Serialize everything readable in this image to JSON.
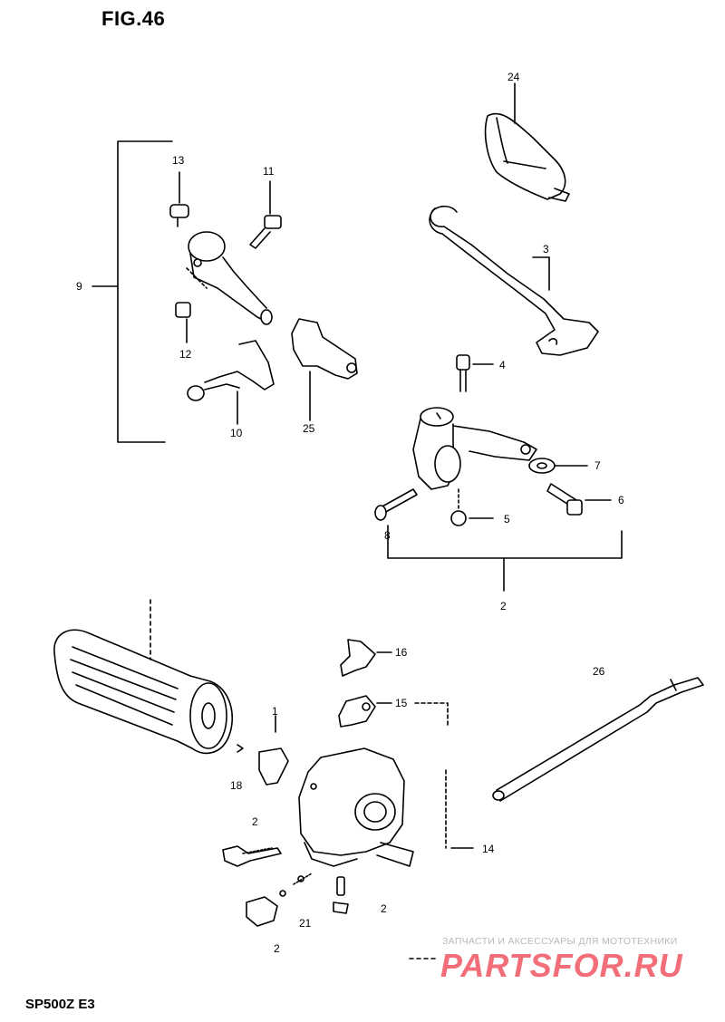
{
  "header": {
    "title": "FIG.46"
  },
  "footer": {
    "model": "SP500Z E3"
  },
  "watermark": {
    "tagline": "ЗАПЧАСТИ И АКСЕССУАРЫ ДЛЯ МОТОТЕХНИКИ",
    "logo": "PARTSFOR.RU",
    "color": "#f26f7a"
  },
  "callouts": {
    "c24": "24",
    "c13": "13",
    "c11": "11",
    "c9": "9",
    "c3": "3",
    "c12": "12",
    "c4": "4",
    "c10": "10",
    "c25": "25",
    "c7": "7",
    "c6": "6",
    "c5": "5",
    "c8": "8",
    "c2": "2",
    "c16": "16",
    "c26": "26",
    "c15": "15",
    "c17": "1",
    "c18": "18",
    "c20": "2",
    "c14": "14",
    "c21": "21",
    "c23": "2",
    "c22": "2"
  }
}
